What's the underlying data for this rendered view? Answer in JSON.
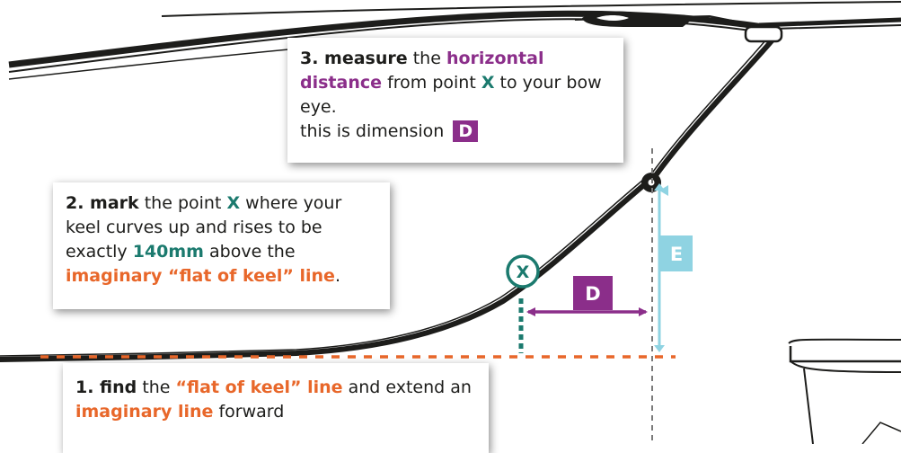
{
  "colors": {
    "purple": "#8b2e8a",
    "teal": "#1b7a6e",
    "orange": "#e8672a",
    "light_blue": "#8fd3e2",
    "gray": "#7a7a7a",
    "black": "#1d1d1b"
  },
  "step3": {
    "num_verb": "3. measure",
    "t1": "the",
    "highlight1": "horizontal distance",
    "t2": "from point",
    "x": "X",
    "t3": "to your bow eye.",
    "t4": "this is dimension",
    "badge": "D"
  },
  "step2": {
    "num_verb": "2. mark",
    "t1": "the point",
    "x": "X",
    "t2": "where your keel curves up and rises to be exactly",
    "measure": "140mm",
    "t3": "above the",
    "line": "imaginary “flat of keel” line",
    "t4": "."
  },
  "step1": {
    "num_verb": "1. find",
    "t1": "the",
    "line": "“flat of keel” line",
    "t2": "and extend an",
    "imag": "imaginary line",
    "t3": "forward"
  },
  "labels": {
    "point_x": "X",
    "dim_d": "D",
    "dim_e": "E"
  }
}
